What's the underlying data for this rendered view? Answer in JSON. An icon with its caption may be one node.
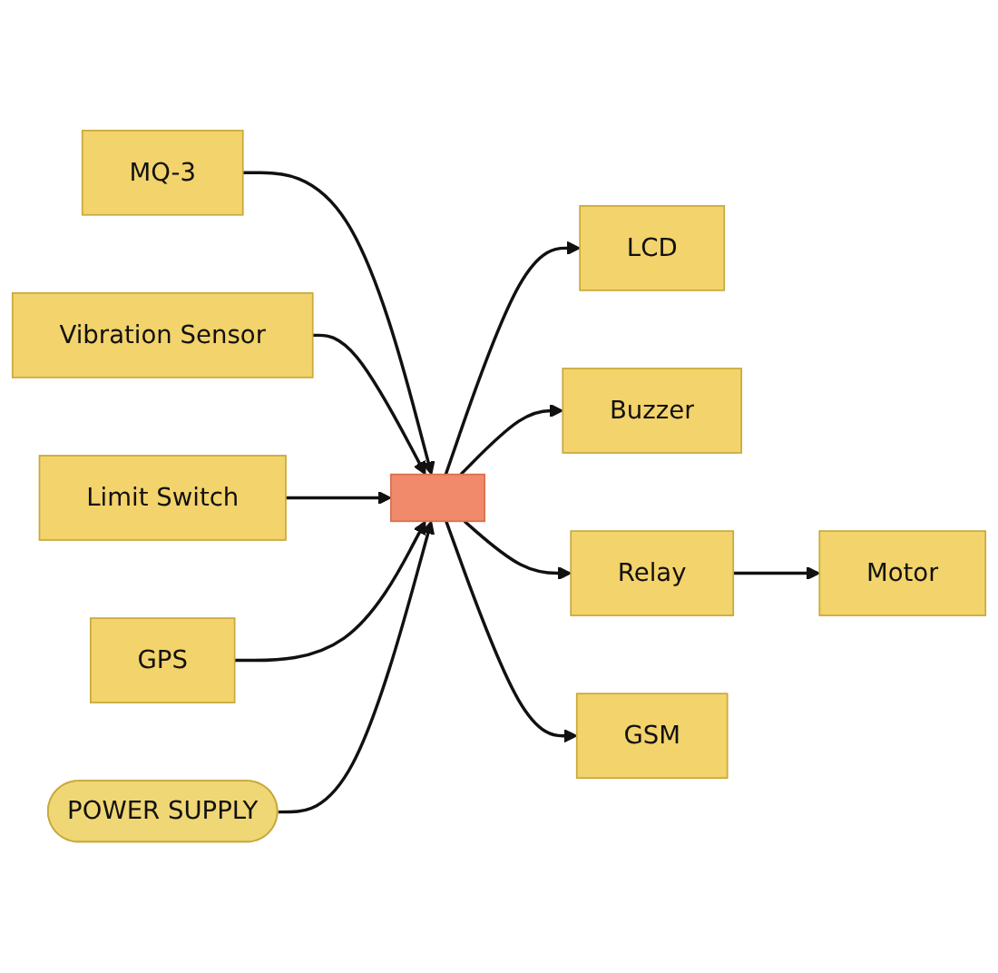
{
  "diagram": {
    "nodes": [
      {
        "text": [
          "MQ-3"
        ]
      },
      {
        "text": [
          "Vibration Sensor"
        ]
      },
      {
        "text": [
          "Limit Switch"
        ]
      },
      {
        "text": [
          "GPS"
        ]
      },
      {
        "text": [],
        "shape": "box"
      },
      {
        "text": [
          "LCD"
        ]
      },
      {
        "text": [
          "Buzzer"
        ]
      },
      {
        "text": [
          "Relay"
        ]
      },
      {
        "text": [
          "GSM"
        ]
      },
      {
        "text": [
          "Motor"
        ]
      },
      {
        "text": [
          "POWER SUPPLY"
        ]
      }
    ],
    "edges": [
      {
        "from": 0,
        "to": 4,
        "arrow": "to"
      },
      {
        "from": 1,
        "to": 4,
        "arrow": "to"
      },
      {
        "from": 2,
        "to": 4,
        "arrow": "to"
      },
      {
        "from": 3,
        "to": 4,
        "arrow": "to"
      },
      {
        "from": 4,
        "to": 5,
        "arrow": "to"
      },
      {
        "from": 4,
        "to": 6,
        "arrow": "to"
      },
      {
        "from": 4,
        "to": 7,
        "arrow": "to"
      },
      {
        "from": 4,
        "to": 8,
        "arrow": "to"
      },
      {
        "from": 7,
        "to": 9,
        "arrow": "to"
      },
      {
        "from": 10,
        "to": 4,
        "arrow": "to"
      }
    ]
  }
}
